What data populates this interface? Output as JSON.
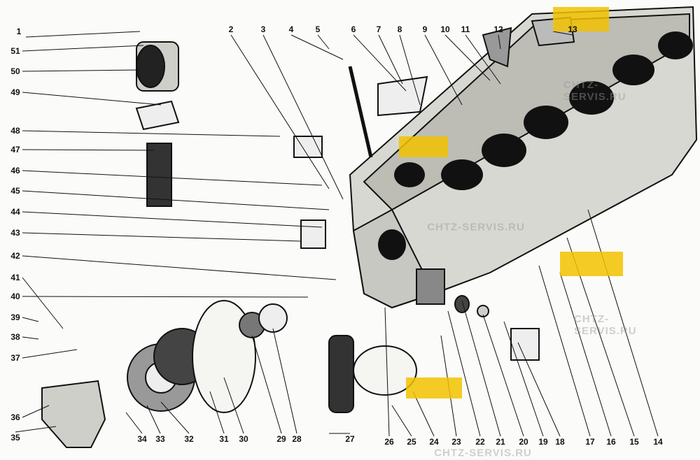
{
  "diagram": {
    "type": "exploded parts diagram",
    "callouts": [
      "1",
      "2",
      "3",
      "4",
      "5",
      "6",
      "7",
      "8",
      "9",
      "10",
      "11",
      "12",
      "13",
      "14",
      "15",
      "16",
      "17",
      "18",
      "19",
      "20",
      "21",
      "22",
      "23",
      "24",
      "25",
      "26",
      "27",
      "28",
      "29",
      "30",
      "31",
      "32",
      "33",
      "34",
      "35",
      "36",
      "37",
      "38",
      "39",
      "40",
      "41",
      "42",
      "43",
      "44",
      "45",
      "46",
      "47",
      "48",
      "49",
      "50",
      "51"
    ]
  },
  "watermark": {
    "text": "CHTZ-SERVIS.RU",
    "color": "#f2c200"
  }
}
